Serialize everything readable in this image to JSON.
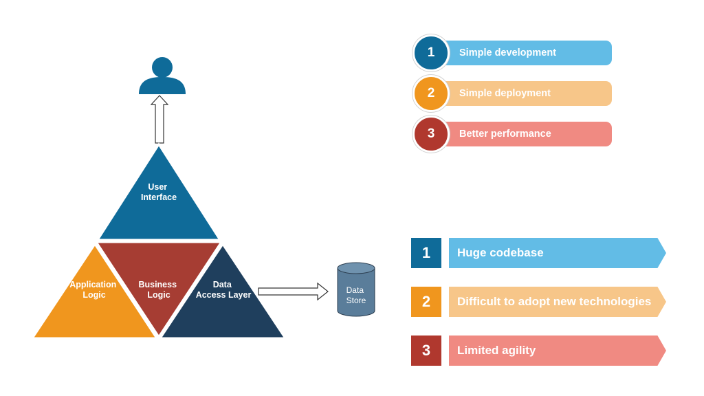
{
  "diagram": {
    "layers": {
      "user_interface": [
        "User",
        "Interface"
      ],
      "application_logic": [
        "Application",
        "Logic"
      ],
      "business_logic": [
        "Business",
        "Logic"
      ],
      "data_access_layer": [
        "Data",
        "Access Layer"
      ]
    },
    "data_store": [
      "Data",
      "Store"
    ],
    "user_icon": "user-icon"
  },
  "advantages": [
    {
      "number": "1",
      "label": "Simple development",
      "circle_color": "#0f6b99",
      "bar_color": "#62bce6"
    },
    {
      "number": "2",
      "label": "Simple deployment",
      "circle_color": "#f0961e",
      "bar_color": "#f7c689"
    },
    {
      "number": "3",
      "label": "Better performance",
      "circle_color": "#b0382e",
      "bar_color": "#f08a82"
    }
  ],
  "disadvantages": [
    {
      "number": "1",
      "label": "Huge codebase",
      "box_color": "#0f6b99",
      "bar_color": "#62bce6"
    },
    {
      "number": "2",
      "label": "Difficult to adopt new technologies",
      "box_color": "#f0961e",
      "bar_color": "#f7c689"
    },
    {
      "number": "3",
      "label": "Limited agility",
      "box_color": "#b0382e",
      "bar_color": "#f08a82"
    }
  ],
  "colors": {
    "blue": "#0f6b99",
    "orange": "#f0961e",
    "red": "#a63d33",
    "navy": "#1f3f5d",
    "db": "#5a7d9a"
  }
}
